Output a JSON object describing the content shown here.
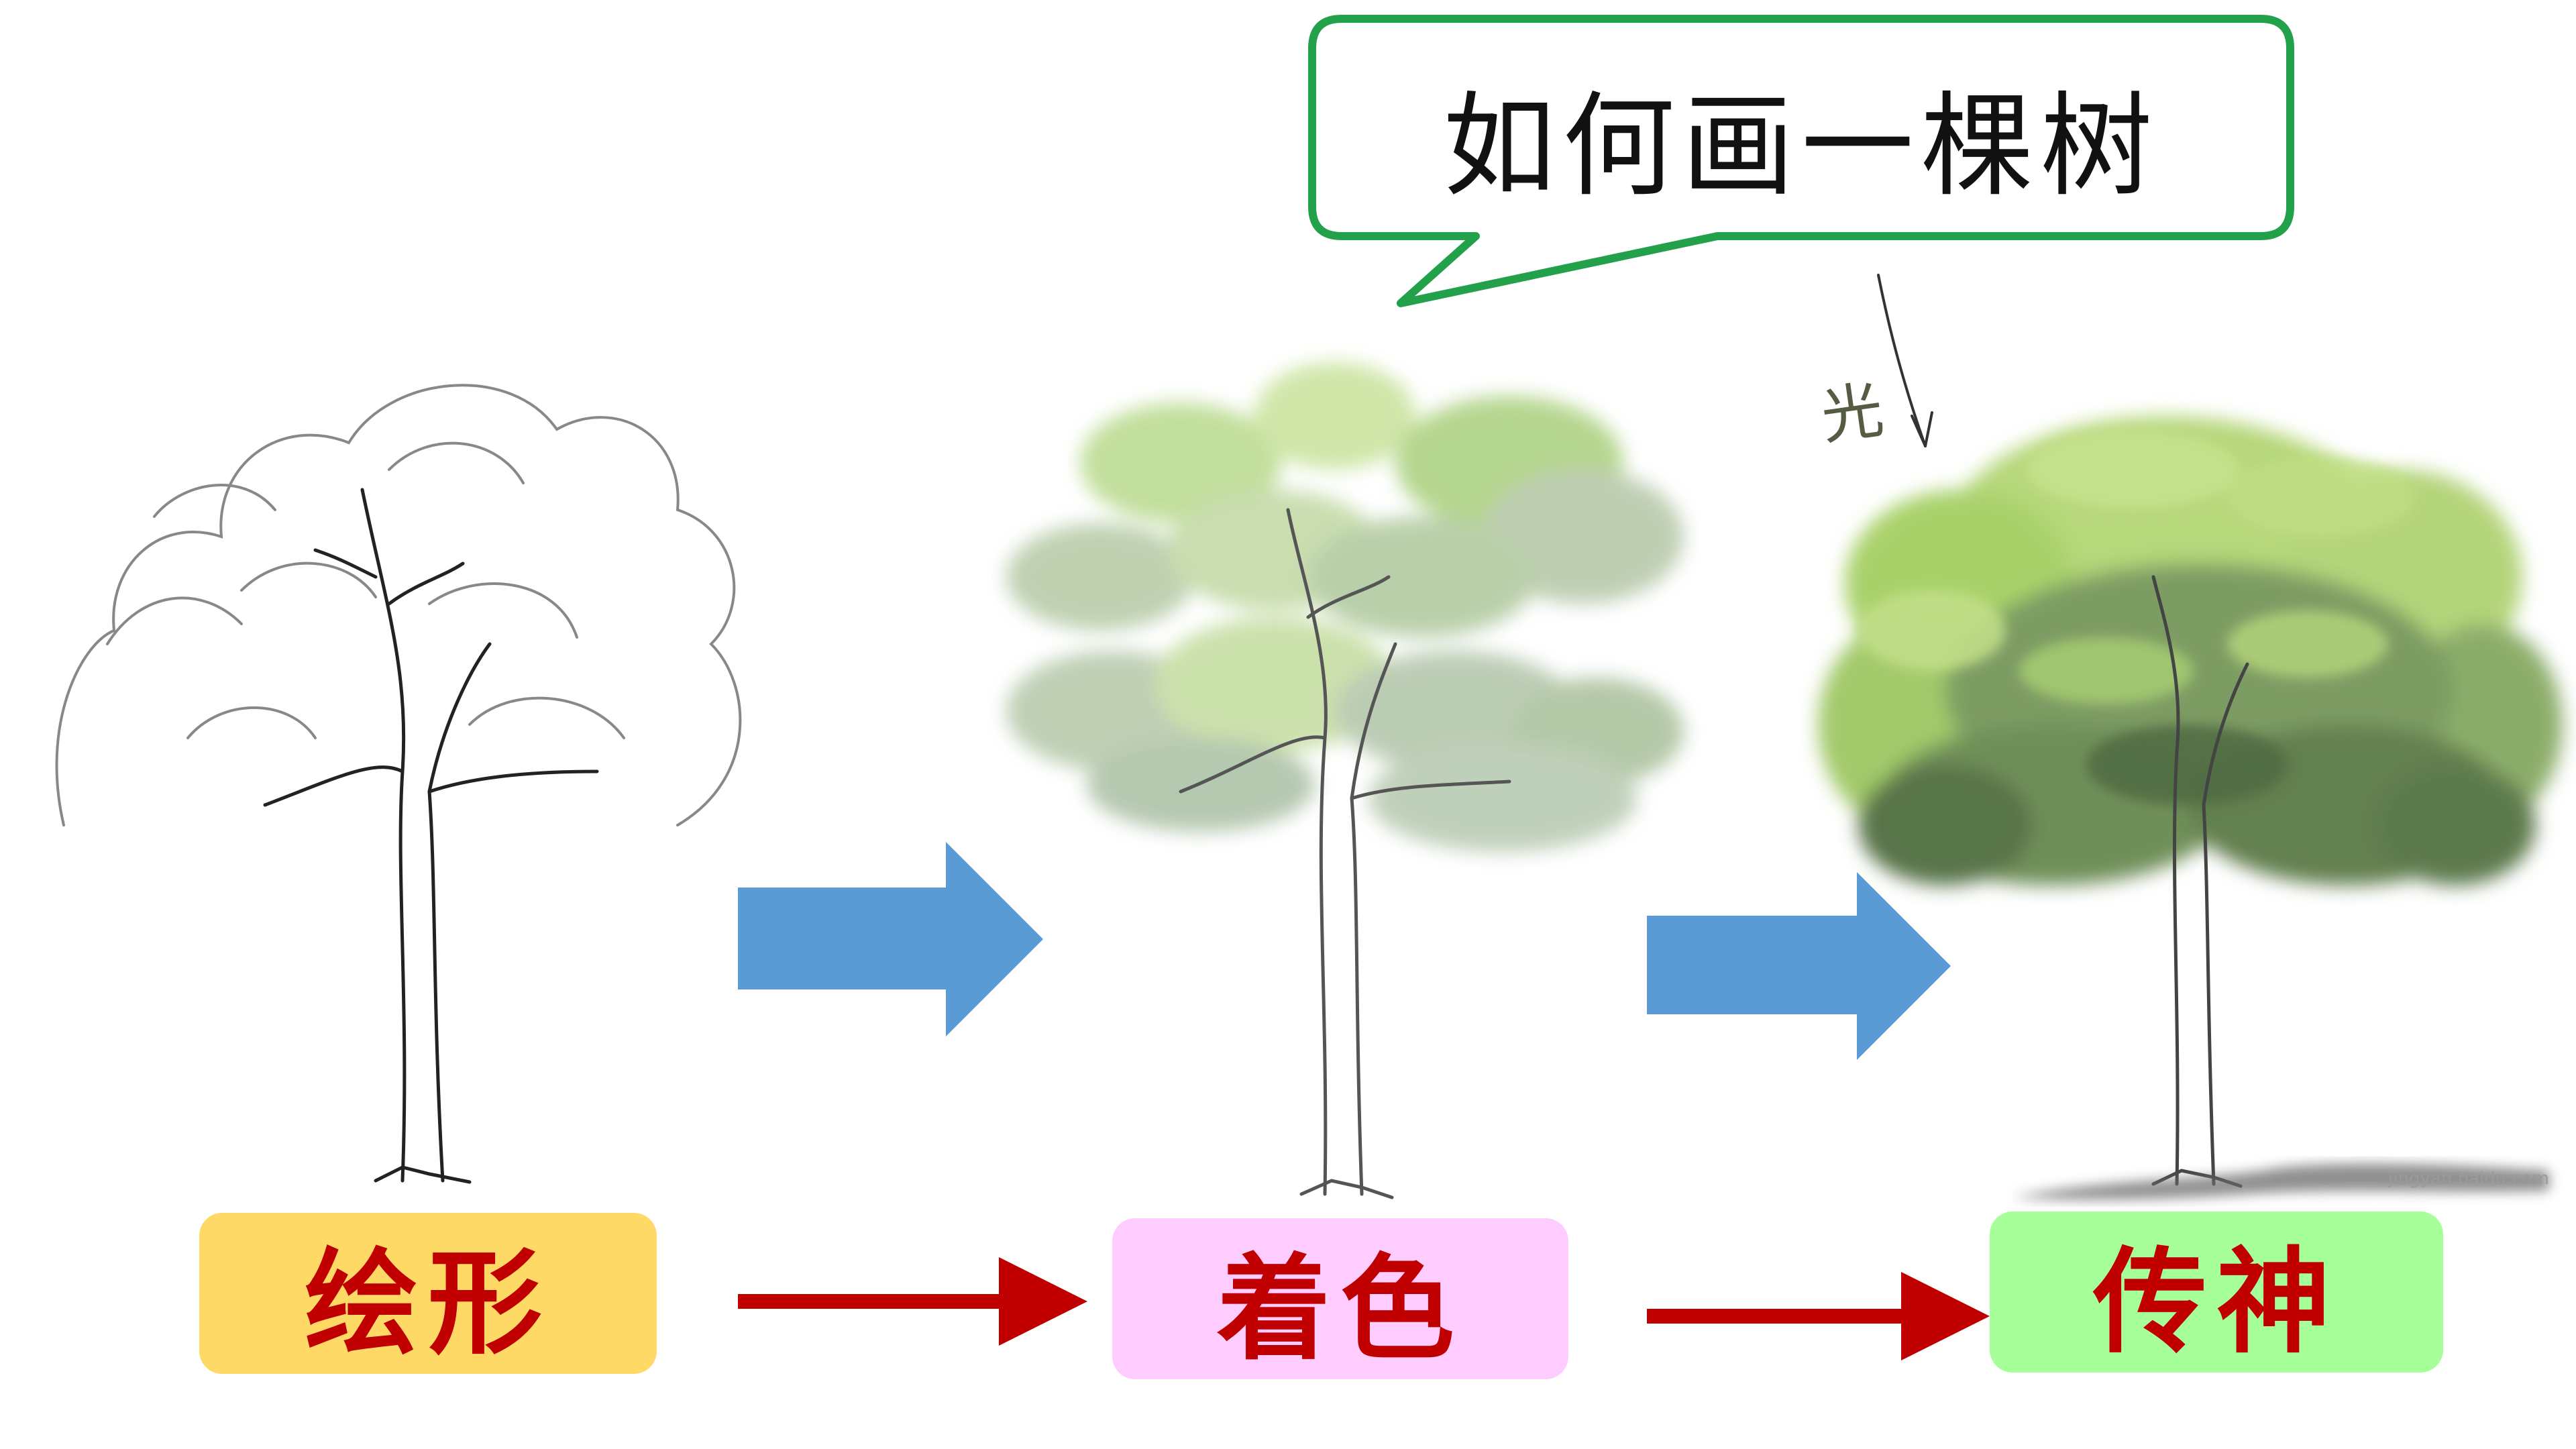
{
  "title": "如何画一棵树",
  "steps": [
    {
      "label": "绘形",
      "color": "#ffd966"
    },
    {
      "label": "着色",
      "color": "#ffccff"
    },
    {
      "label": "传神",
      "color": "#a6ff99"
    }
  ],
  "label_text_color": "#c00000",
  "bubble_border_color": "#22a04a",
  "arrow_color": "#5b9bd5",
  "small_arrow_color": "#c00000",
  "light_label": "光",
  "watermark": "jingyan.baidu.com",
  "icons": [
    "speech-bubble",
    "block-arrow-right",
    "line-arrow-right",
    "tree-sketch",
    "tree-colored",
    "tree-shaded"
  ]
}
